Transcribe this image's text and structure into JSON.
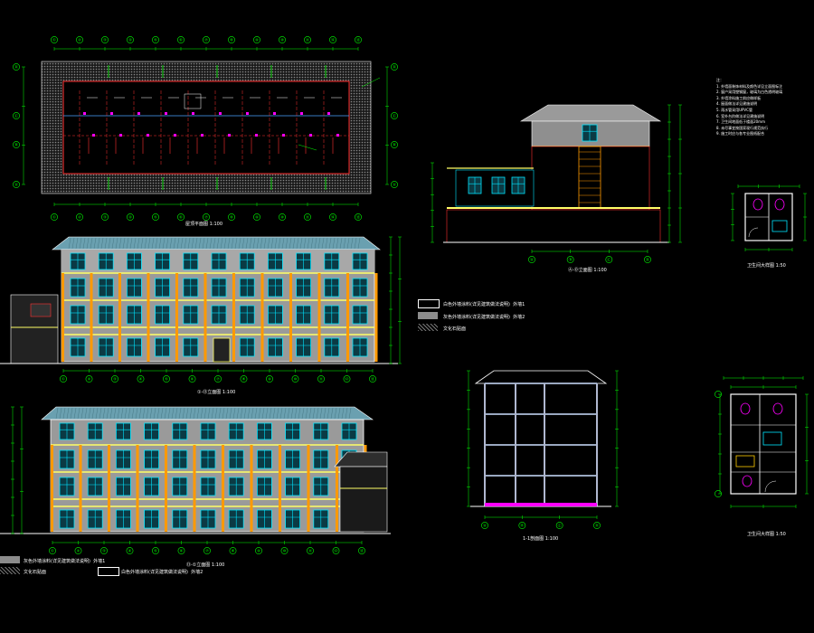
{
  "viewer": {
    "background": "#000000"
  },
  "colors": {
    "grid_axis": "#00ff00",
    "dimension": "#00ff00",
    "wall": "#ff3030",
    "facade_fill": "#9a9a9a",
    "window": "#00e5ff",
    "band": "#ffff66",
    "column": "#ff9900",
    "roof": "#6aa0b0",
    "hatch": "#888888",
    "marker": "#ff00ff",
    "text": "#ffffff"
  },
  "views": {
    "roof_plan": {
      "title": "屋顶平面图",
      "scale": "1:100"
    },
    "front_elev": {
      "title": "①-⑬立面图",
      "scale": "1:100"
    },
    "rear_elev": {
      "title": "⑬-①立面图",
      "scale": "1:100"
    },
    "side_elev": {
      "title": "Ⓐ-Ⓓ立面图",
      "scale": "1:100"
    },
    "section": {
      "title": "1-1剖面图",
      "scale": "1:100"
    },
    "toilet_plan_1": {
      "title": "卫生间大样图",
      "scale": "1:50"
    },
    "toilet_plan_2": {
      "title": "卫生间大样图",
      "scale": "1:50"
    }
  },
  "legend_mid": [
    {
      "label": "白色外墙涂料(详见建筑做法说明)",
      "code": "外墙1",
      "swatch": "white"
    },
    {
      "label": "灰色外墙涂料(详见建筑做法说明)",
      "code": "外墙2",
      "swatch": "grey"
    },
    {
      "label": "文化石贴面",
      "code": "",
      "swatch": "hatch"
    }
  ],
  "legend_bottom": [
    {
      "label": "灰色外墙涂料(详见建筑做法说明)",
      "code": "外墙1",
      "swatch": "grey"
    },
    {
      "label": "文化石贴面",
      "code": "",
      "swatch": "hatch"
    },
    {
      "label": "白色外墙涂料(详见建筑做法说明)",
      "code": "外墙2",
      "swatch": "white"
    }
  ],
  "notes": {
    "header": "注：",
    "lines": [
      "1. 外墙面装饰材料及颜色详见立面图标注",
      "2. 窗户采用塑钢窗，玻璃为白色透明玻璃",
      "3. 外墙涂料施工前应做样板",
      "4. 屋面做法详见建施说明",
      "5. 雨水管采用UPVC管",
      "6. 室外台阶做法详见建施说明",
      "7. 卫生间地面低于楼面20mm",
      "8. 未尽事宜按国家现行规范执行",
      "9. 施工时应与各专业图纸配合"
    ]
  },
  "axes": {
    "roof_top": [
      "①",
      "②",
      "③",
      "④",
      "⑤",
      "⑥",
      "⑦",
      "⑧",
      "⑨",
      "⑩",
      "⑪",
      "⑫",
      "⑬"
    ],
    "roof_side": [
      "Ⓐ",
      "Ⓑ",
      "Ⓒ",
      "Ⓓ"
    ],
    "elev": [
      "①",
      "②",
      "③",
      "④",
      "⑤",
      "⑥",
      "⑦",
      "⑧",
      "⑨",
      "⑩",
      "⑪",
      "⑫",
      "⑬"
    ],
    "side": [
      "Ⓐ",
      "Ⓑ",
      "Ⓒ",
      "Ⓓ"
    ],
    "section": [
      "Ⓐ",
      "Ⓑ",
      "Ⓒ",
      "Ⓓ"
    ]
  }
}
